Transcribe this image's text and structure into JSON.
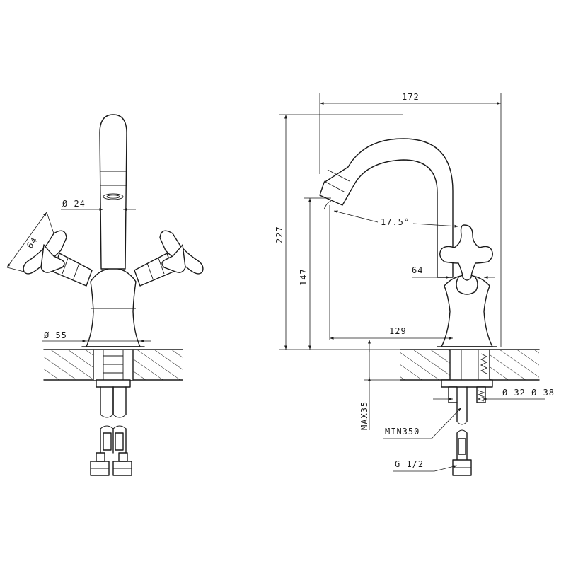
{
  "dimensions": {
    "d24": "Ø 24",
    "d64_left": "64",
    "d55": "Ø 55",
    "d172": "172",
    "d227": "227",
    "d147": "147",
    "d17_5": "17.5°",
    "d64_right": "64",
    "d129": "129",
    "d32_38": "Ø 32-Ø 38",
    "max35": "MAX35",
    "min350": "MIN350",
    "g12": "G 1/2"
  }
}
